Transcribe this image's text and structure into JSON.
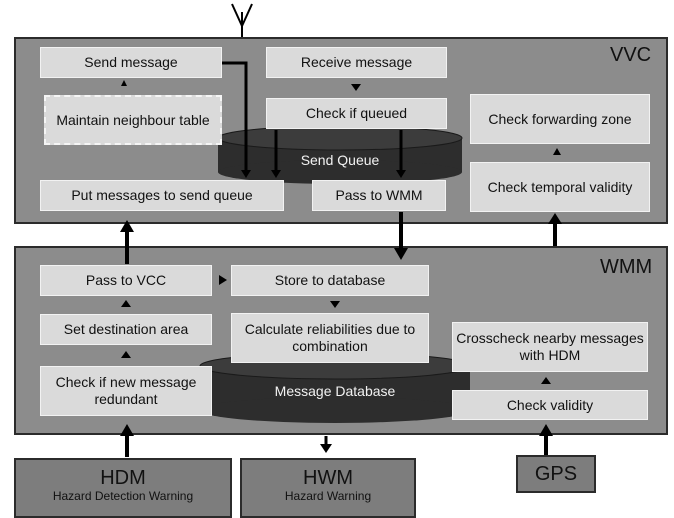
{
  "vvc": {
    "label": "VVC",
    "send_message": "Send message",
    "maintain_neighbour_table": "Maintain neighbour table",
    "put_messages_to_send_queue": "Put messages to send queue",
    "receive_message": "Receive message",
    "check_if_queued": "Check if queued",
    "send_queue": "Send Queue",
    "pass_to_wmm": "Pass to WMM",
    "check_forwarding_zone": "Check forwarding zone",
    "check_temporal_validity": "Check temporal validity"
  },
  "wmm": {
    "label": "WMM",
    "pass_to_vcc": "Pass to VCC",
    "set_destination_area": "Set destination area",
    "check_if_new_message_redundant": "Check if new message redundant",
    "store_to_database": "Store to database",
    "calculate_reliabilities": "Calculate reliabilities due to combination",
    "message_database": "Message Database",
    "crosscheck_nearby_messages": "Crosscheck nearby messages with HDM",
    "check_validity": "Check validity"
  },
  "external": {
    "hdm_title": "HDM",
    "hdm_subtitle": "Hazard Detection Warning",
    "hwm_title": "HWM",
    "hwm_subtitle": "Hazard Warning",
    "gps_title": "GPS"
  },
  "icons": {
    "antenna": "antenna-icon"
  },
  "colors": {
    "panel": "#8c8c8c",
    "box": "#dadada",
    "cylinder": "#2d2d2d",
    "arrow": "#000000"
  }
}
